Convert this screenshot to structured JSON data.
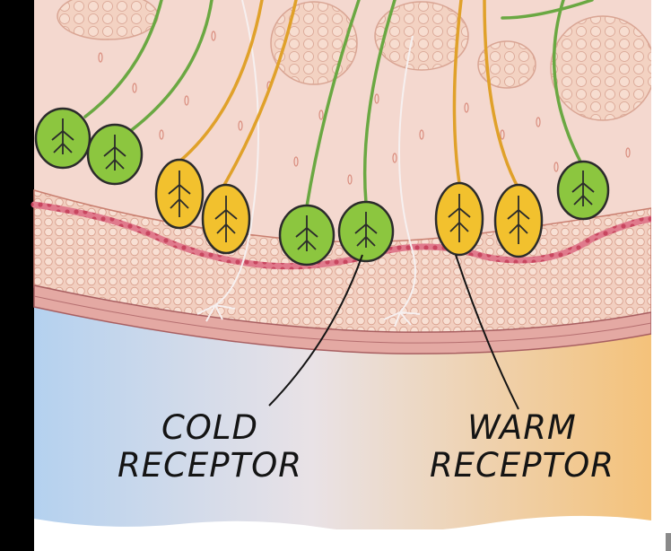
{
  "labels": {
    "cold": {
      "line1": "COLD",
      "line2": "RECEPTOR"
    },
    "warm": {
      "line1": "WARM",
      "line2": "RECEPTOR"
    }
  },
  "colors": {
    "cold_receptor": "#8cc63f",
    "warm_receptor": "#f2c12e",
    "outline": "#2b2b2b",
    "nerve_fiber_green": "#6aa842",
    "nerve_fiber_orange": "#e0a12a",
    "dermis": "#f3d6cc",
    "fat_layer": "#f1c9b7",
    "blood_vessel": "#d2506a",
    "muscle_band": "#c98b8b",
    "cold_background": "#b7d3ee",
    "warm_background": "#f3c784"
  },
  "icons": {
    "cold_receptor_shape": "round-green-bulb",
    "warm_receptor_shape": "oval-yellow-bulb"
  }
}
